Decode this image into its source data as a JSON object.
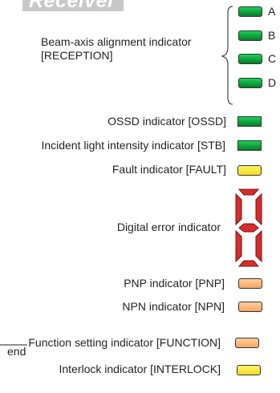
{
  "header": {
    "title": "Receiver"
  },
  "reception": {
    "label_line1": "Beam-axis alignment indicator",
    "label_line2": "[RECEPTION]",
    "channels": [
      "A",
      "B",
      "C",
      "D"
    ]
  },
  "indicators": {
    "ossd": "OSSD indicator [OSSD]",
    "stb": "Incident light intensity indicator [STB]",
    "fault": "Fault indicator [FAULT]",
    "digital_error": "Digital error indicator",
    "pnp": "PNP indicator [PNP]",
    "npn": "NPN indicator [NPN]",
    "function": "Function setting indicator [FUNCTION]",
    "interlock": "Interlock indicator [INTERLOCK]"
  },
  "fragment": {
    "end_text": "end"
  },
  "colors": {
    "green": "#0f9e3c",
    "yellow": "#f4dd1f",
    "orange": "#f7a463",
    "red_segment": "#d92b2b",
    "grey_band": "#c8c8c8"
  }
}
